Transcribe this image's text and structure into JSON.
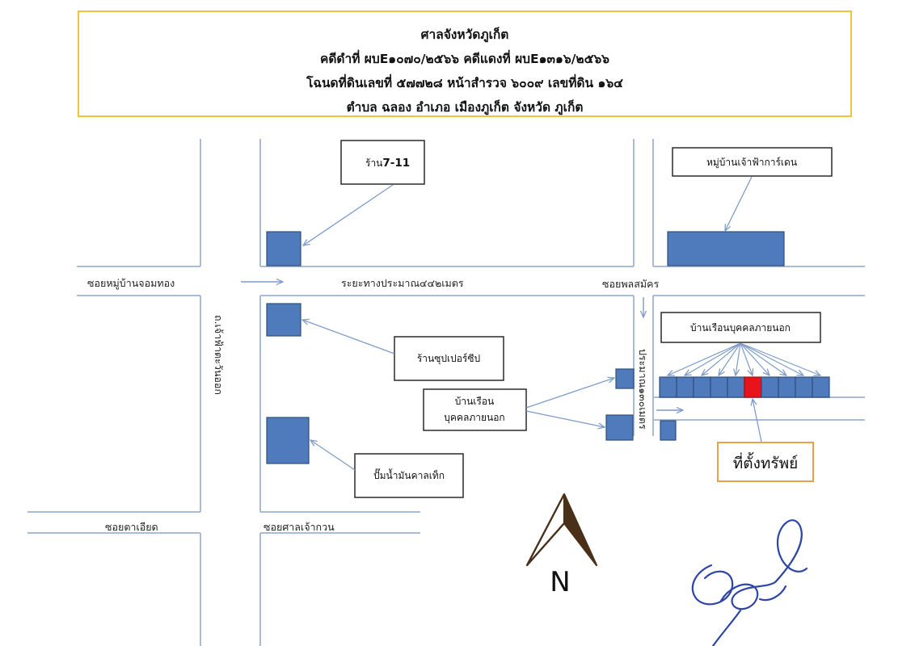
{
  "header": {
    "court": "ศาลจังหวัดภูเก็ต",
    "case_numbers": "คดีดำที่ ผบE๑๐๗๐/๒๕๖๖ คดีแดงที่ ผบE๑๓๑๖/๒๕๖๖",
    "deed_info": "โฉนดที่ดินเลขที่ ๕๗๗๒๘  หน้าสำรวจ   ๖๐๐๙  เลขที่ดิน  ๑๖๔",
    "location": "ตำบล  ฉลอง  อำเภอ   เมืองภูเก็ต     จังหวัด  ภูเก็ต"
  },
  "roads": {
    "soi_mooban_chomthong": "ซอยหมู่บ้านจอมทอง",
    "distance_main": "ระยะทางประมาณ๔๔๒เมตร",
    "soi_phonsamak": "ซอยพลสมัคร",
    "chaofa_road": "ถ.เจ้าฟ้าตะวันออก",
    "distance_side": "ประมาณ๑๓๐เมตร",
    "soi_ta_iad": "ซอยตาเอียด",
    "soi_sanchao_kuan": "ซอยศาลเจ้ากวน"
  },
  "landmarks": {
    "seven_eleven_prefix": "ร้าน",
    "seven_eleven_name": "7-11",
    "chaofa_garden": "หมู่บ้านเจ้าฟ้าการ์เดน",
    "supermarket": "ร้านซุปเปอร์ซีป",
    "outsider_houses_1": "บ้านเรือน",
    "outsider_houses_2": "บุคคลภายนอก",
    "outsider_houses_right": "บ้านเรือนบุคคลภายนอก",
    "gas_station": "ปั๊มน้ำมันคาลเท็ก",
    "property": "ที่ตั้งทรัพย์"
  },
  "compass": {
    "label": "N"
  },
  "colors": {
    "building_fill": "#4f7bbd",
    "building_stroke": "#2f4f7a",
    "property_fill": "#e8141b",
    "arrow": "#7e9cc8",
    "road_line": "#a9bbd8",
    "header_border": "#f0c43a",
    "property_box_border": "#e8a34a",
    "compass": "#4a3018",
    "signature": "#2c45a6"
  }
}
